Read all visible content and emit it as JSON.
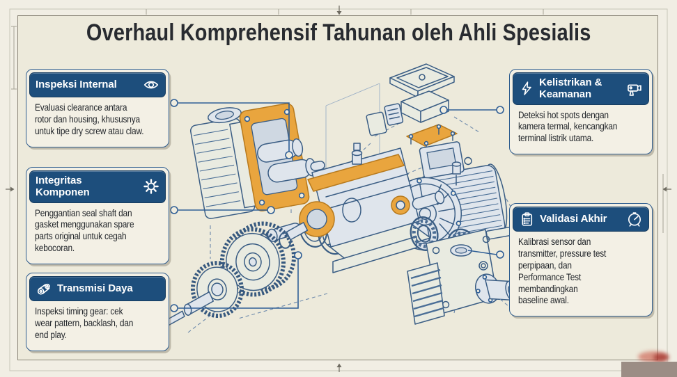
{
  "title": "Overhaul Komprehensif Tahunan oleh Ahli Spesialis",
  "colors": {
    "canvas": "#edeadb",
    "header_navy": "#1d4e7c",
    "box_border_blue": "#2d5c8e",
    "line_art_blue": "#3a5d84",
    "highlight_orange": "#e9a53e",
    "body_text": "#1f2328"
  },
  "callouts": {
    "left": [
      {
        "title": "Inspeksi Internal",
        "icon": "eye-icon",
        "body": "Evaluasi clearance antara\nrotor dan housing, khususnya\nuntuk tipe dry screw atau claw."
      },
      {
        "title": "Integritas Komponen",
        "icon": "gear-icon",
        "body": "Penggantian seal shaft dan\ngasket menggunakan spare\nparts original untuk cegah\nkebocoran."
      },
      {
        "title": "Transmisi Daya",
        "icon": "belt-pulley-icon",
        "body": "Inspeksi timing gear: cek\nwear pattern, backlash, dan\nend play."
      }
    ],
    "right": [
      {
        "title": "Kelistrikan &\nKeamanan",
        "icon_left": "lightning-icon",
        "icon_right": "thermal-camera-icon",
        "body": "Deteksi hot spots dengan\nkamera termal, kencangkan\nterminal listrik utama."
      },
      {
        "title": "Validasi Akhir",
        "icon_left": "clipboard-icon",
        "icon_right": "gauge-icon",
        "body": "Kalibrasi sensor dan\ntransmitter, pressure test\nperpipaan, dan\nPerformance Test\nmembandingkan\nbaseline awal."
      }
    ]
  }
}
